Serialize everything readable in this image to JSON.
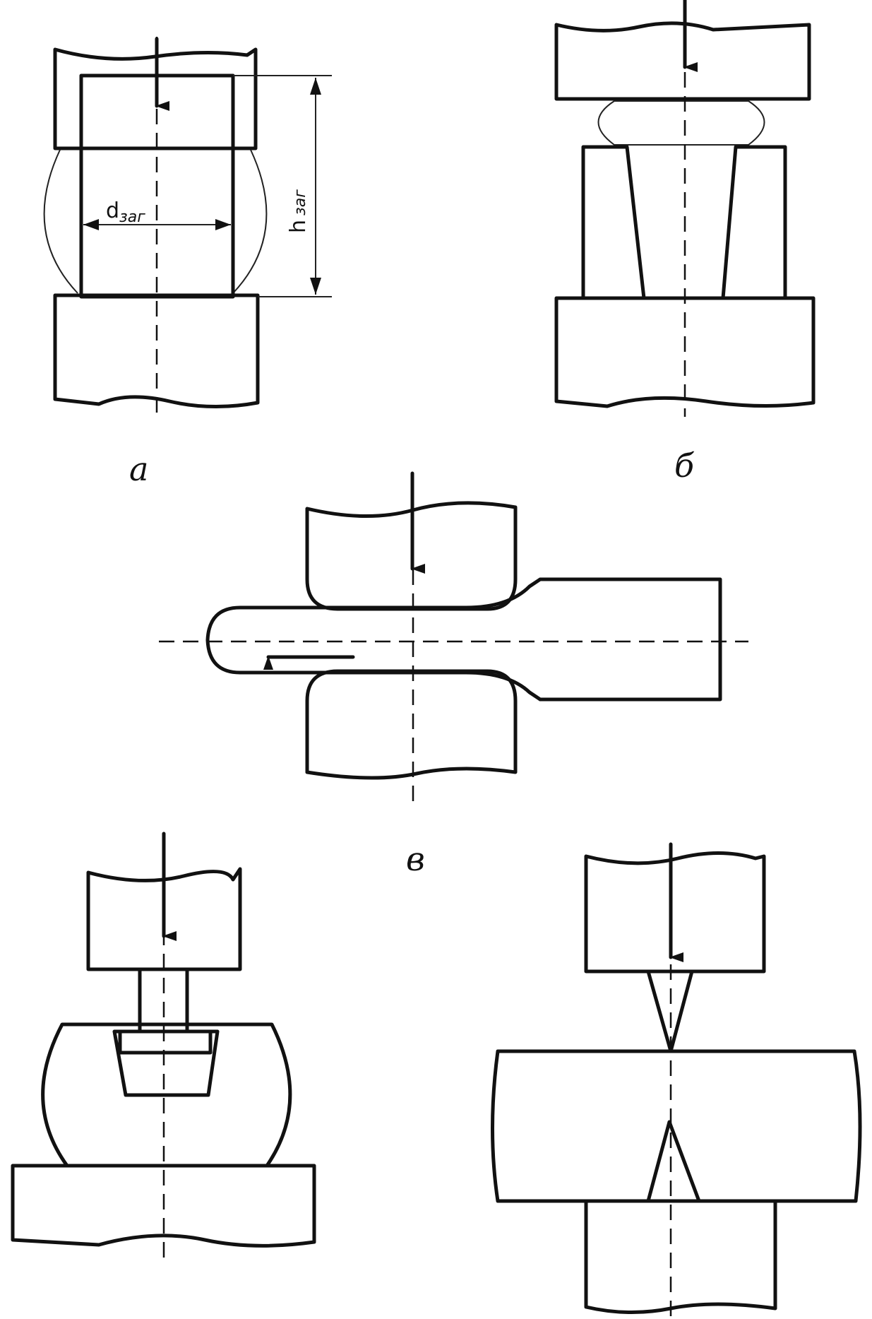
{
  "captions": {
    "a": "а",
    "b": "б",
    "v": "в"
  },
  "dimensions": {
    "diameter_symbol": "d",
    "diameter_sub": "заг",
    "height_symbol": "h",
    "height_sub": "заг"
  }
}
